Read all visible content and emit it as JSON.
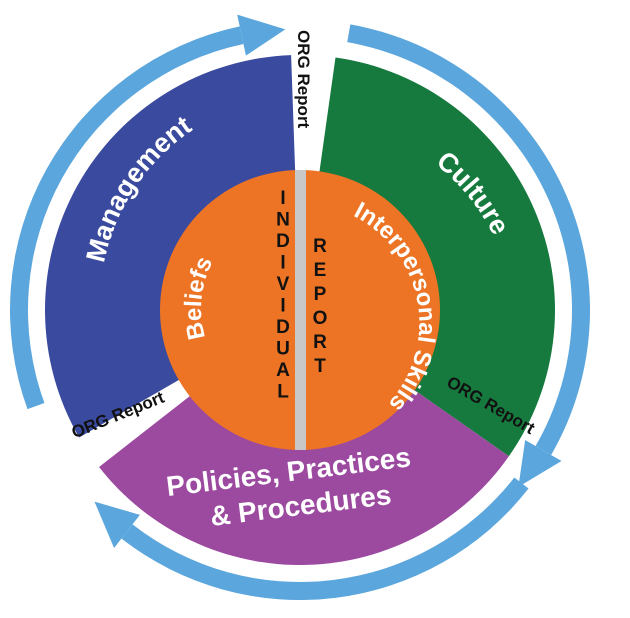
{
  "colors": {
    "arrow": "#5ba6dc",
    "management": "#3a4a9e",
    "culture": "#167a3e",
    "policies": "#9c4aa0",
    "core": "#ec7424",
    "divider": "#c8c8c8"
  },
  "outer_segments": {
    "management": "Management",
    "culture": "Culture",
    "policies_line1": "Policies, Practices",
    "policies_line2": "& Procedures"
  },
  "gap_labels": {
    "top": "ORG Report",
    "left": "ORG Report",
    "right": "ORG Report"
  },
  "core": {
    "left": "Beliefs",
    "right": "Interpersonal Skills",
    "vertical_left": "INDIVIDUAL",
    "vertical_right": "REPORT"
  },
  "icons": {
    "arrows": [
      "cycle-arrow-top-icon",
      "cycle-arrow-right-icon",
      "cycle-arrow-left-icon"
    ]
  }
}
